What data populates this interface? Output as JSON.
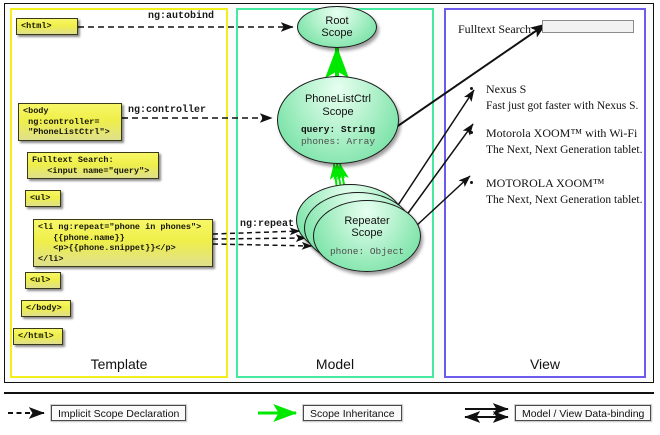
{
  "diagram": {
    "title": "AngularJS Template / Model / View scope diagram",
    "colors": {
      "template_border": "#f2ef1d",
      "model_border": "#45e9a0",
      "view_border": "#6d5bee",
      "scope_fill": "#96eab9",
      "code_fill": "#efef4a",
      "inheritance_arrow": "#00e800",
      "declaration_arrow": "#111111",
      "databinding_arrow": "#111111"
    }
  },
  "panels": [
    {
      "id": "template",
      "title": "Template"
    },
    {
      "id": "model",
      "title": "Model"
    },
    {
      "id": "view",
      "title": "View"
    }
  ],
  "template": {
    "boxes": [
      {
        "id": "html-open",
        "text": "<html>"
      },
      {
        "id": "body-open",
        "text": "<body\n ng:controller=\n \"PhoneListCtrl\">"
      },
      {
        "id": "fulltext",
        "text": "Fulltext Search:\n   <input name=\"query\">"
      },
      {
        "id": "ul-open",
        "text": "<ul>"
      },
      {
        "id": "li-repeat",
        "text": "<li ng:repeat=\"phone in phones\">\n   {{phone.name}}\n   <p>{{phone.snippet}}</p>\n</li>"
      },
      {
        "id": "ul-close",
        "text": "<ul>"
      },
      {
        "id": "body-close",
        "text": "</body>"
      },
      {
        "id": "html-close",
        "text": "</html>"
      }
    ]
  },
  "edge_labels": [
    {
      "id": "ng-autobind",
      "text": "ng:autobind"
    },
    {
      "id": "ng-controller",
      "text": "ng:controller"
    },
    {
      "id": "ng-repeat",
      "text": "ng:repeat"
    }
  ],
  "model": {
    "scopes": [
      {
        "id": "root-scope",
        "title_line1": "Root",
        "title_line2": "Scope",
        "props": []
      },
      {
        "id": "phonelistctrl-scope",
        "title_line1": "PhoneListCtrl",
        "title_line2": "Scope",
        "props": [
          {
            "text": "query: String",
            "style": "strong"
          },
          {
            "text": "phones: Array",
            "style": "dim"
          }
        ]
      },
      {
        "id": "repeater-scope",
        "title_line1": "Repeater",
        "title_line2": "Scope",
        "props": [
          {
            "text": "phone: Object",
            "style": "dim"
          }
        ],
        "stacked_copies": 3
      }
    ]
  },
  "view": {
    "search_label": "Fulltext Search:",
    "search_value": "",
    "search_placeholder": "",
    "items": [
      {
        "name": "Nexus S",
        "snippet": "Fast just got faster with Nexus S."
      },
      {
        "name": "Motorola XOOM™  with Wi-Fi",
        "snippet": "The Next, Next Generation tablet."
      },
      {
        "name": "MOTOROLA XOOM™",
        "snippet": "The Next, Next Generation tablet."
      }
    ]
  },
  "legend": [
    {
      "id": "implicit-scope-declaration",
      "label": "Implicit Scope Declaration",
      "arrow": "dashed-black"
    },
    {
      "id": "scope-inheritance",
      "label": "Scope Inheritance",
      "arrow": "solid-green"
    },
    {
      "id": "model-view-data-binding",
      "label": "Model / View Data-binding",
      "arrow": "double-black"
    }
  ]
}
